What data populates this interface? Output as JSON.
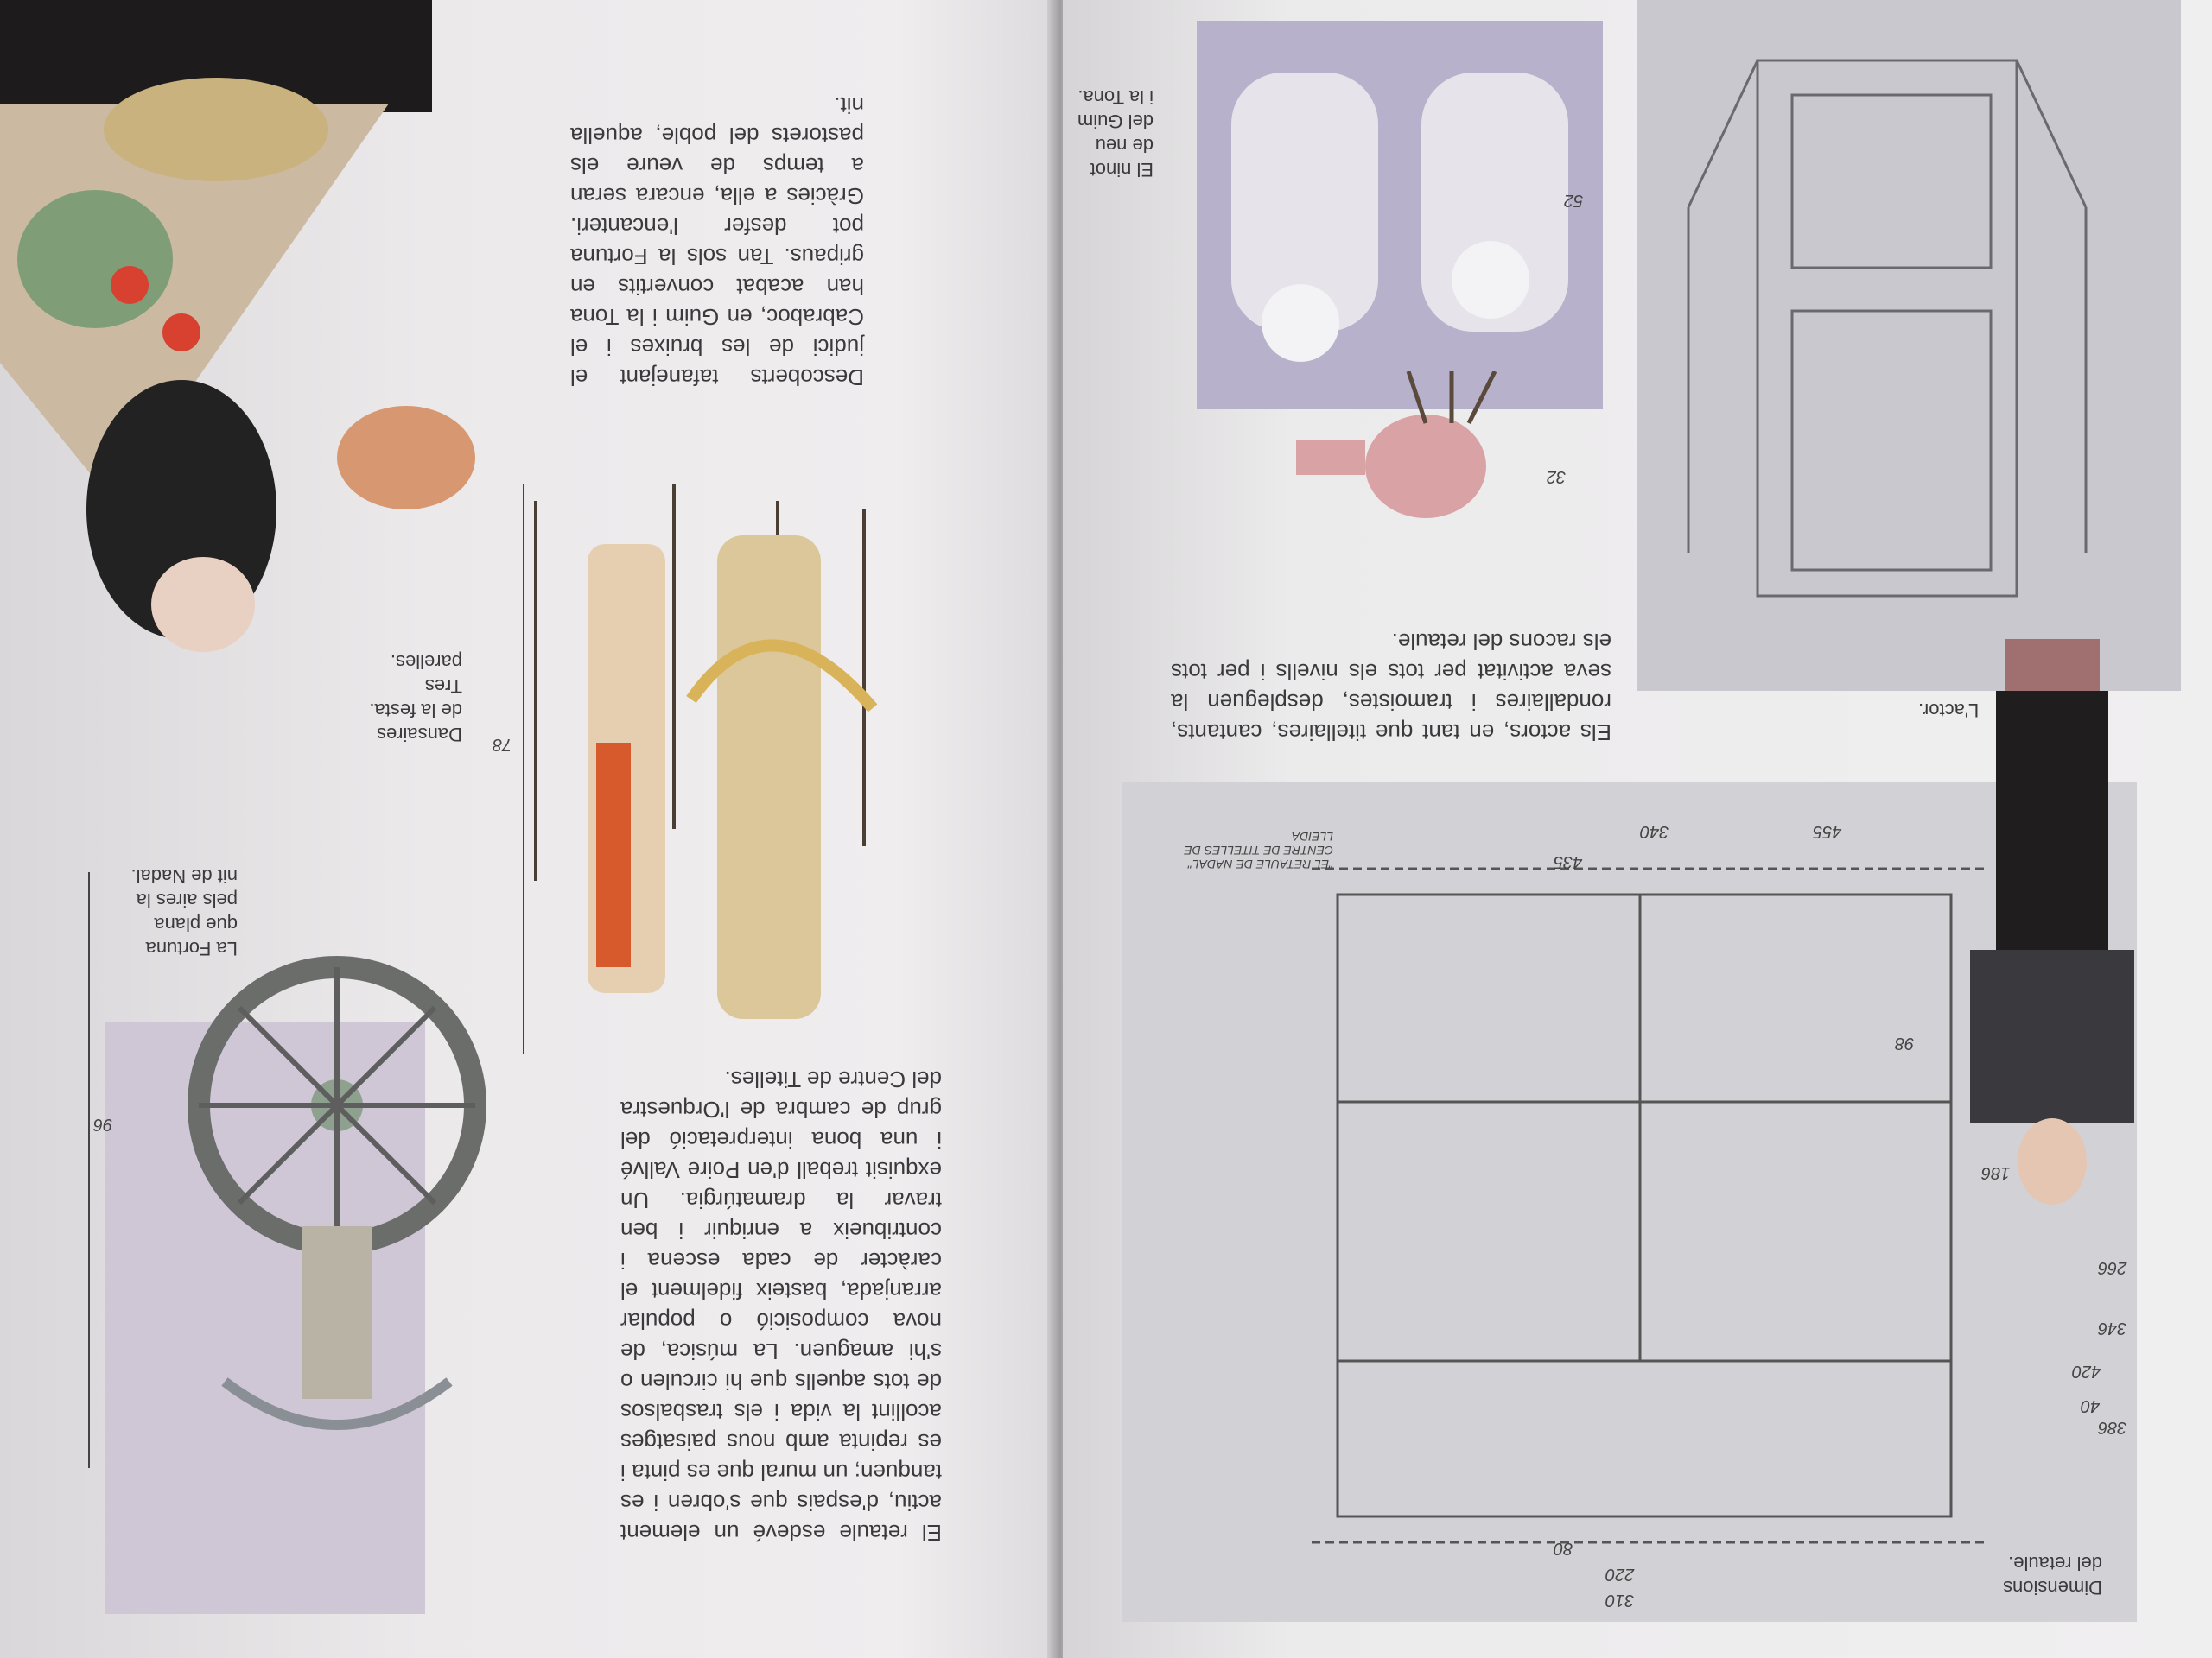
{
  "left_page": {
    "paragraph_retaule": "El retaule esdevé un element actiu, d'espais que s'obren i es tanquen; un mural que es pinta i es repinta amb nous paisatges acollint la vida i els trasbalsos de tots aquells que hi circulen o s'hi amaguen. La música, de nova composició o popular arranjada, basteix fidelment el caràcter de cada escena i contribueix a enriquir i ben travar la dramatúrgia. Un exquisit treball d'en Poire Vallvé i una bona interpretació del grup de cambra de l'Orquestra del Centre de Titelles.",
    "paragraph_story": "Descoberts tafanejant el judici de les bruixes i el Cabraboc, en Guim i la Tona han acabat convertits en gripaus. Tan sols la Fortuna pot desfer l'encanteri. Gràcies a ella, encara seran a temps de veure els pastorets del poble, aquella nit.",
    "caption_fortuna": "La Fortuna que plana pels aires la nit de Nadal.",
    "dimension_fortuna": "96",
    "caption_dansaires": "Dansaires de la festa. Tres parelles.",
    "dimension_dansaires": "78"
  },
  "right_page": {
    "caption_dimensions": "Dimensions del retaule.",
    "caption_actor": "L'actor.",
    "paragraph_actors": "Els actors, en tant que titellaires, cantants, rondallaires i tramoistes, despleguen la seva activitat per tots els nivells i per tots els racons del retaule.",
    "caption_ninot": "El ninot de neu del Guim i la Tona.",
    "dimension_ninot": "52",
    "dimension_puppet": "32",
    "blueprint_title": "\"EL RETAULE DE NADAL\" CENTRE DE TITELLES DE LLEIDA",
    "blueprint_dims": [
      "310",
      "220",
      "80",
      "340",
      "435",
      "455",
      "386",
      "346",
      "420",
      "266",
      "186",
      "98",
      "40"
    ]
  },
  "colors": {
    "paper": "#eceaeb",
    "lavender": "#cfc6d6",
    "snow_panel": "#b7b1cc",
    "blueprint_bg": "#d2d2d6"
  }
}
